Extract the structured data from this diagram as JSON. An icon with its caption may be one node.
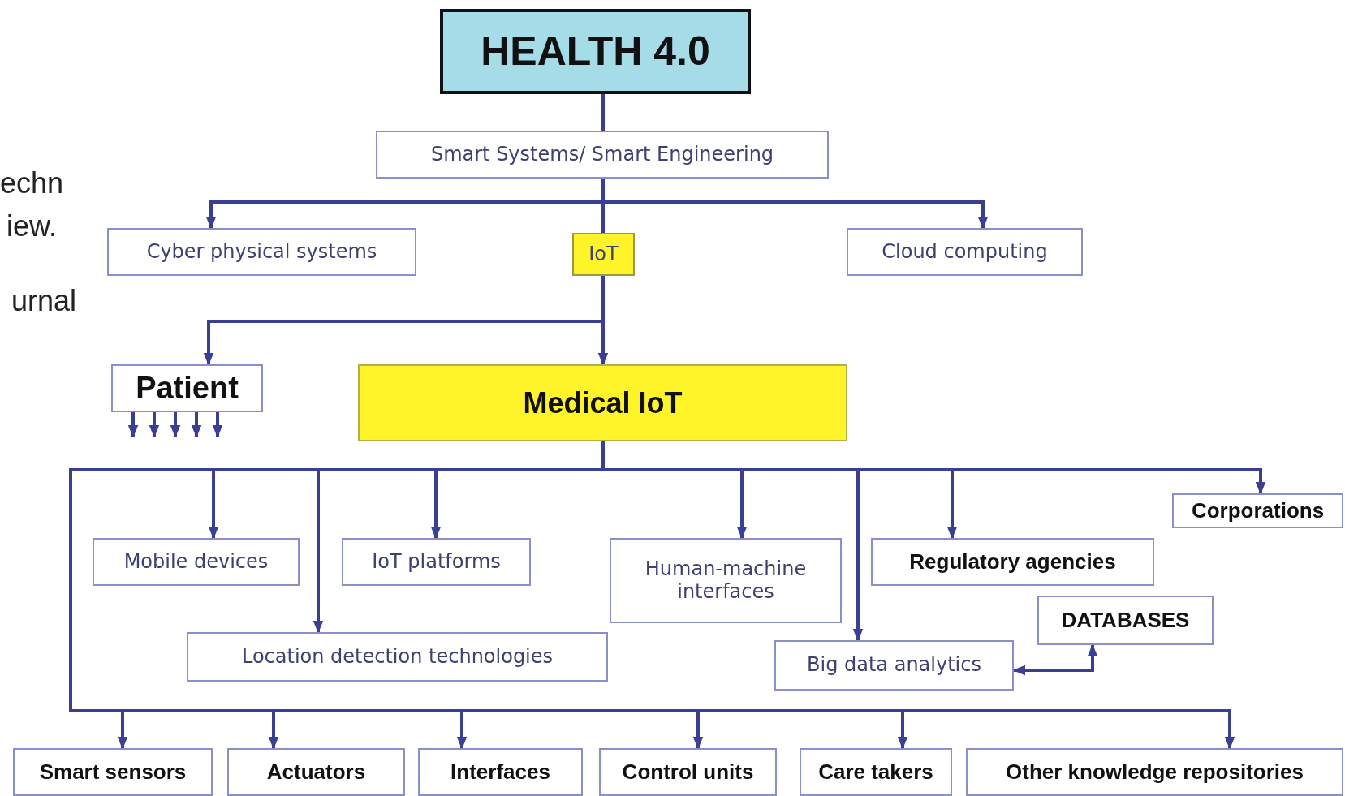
{
  "diagram": {
    "nodes": [
      {
        "text": [
          "HEALTH 4.0"
        ]
      },
      {
        "text": [
          "Smart Systems/ Smart Engineering"
        ]
      },
      {
        "text": [
          "Cyber physical systems"
        ]
      },
      {
        "text": [
          "IoT"
        ]
      },
      {
        "text": [
          "Cloud computing"
        ]
      },
      {
        "text": [
          "Patient"
        ]
      },
      {
        "text": [
          "Medical IoT"
        ]
      },
      {
        "text": [
          "Corporations"
        ]
      },
      {
        "text": [
          "Mobile devices"
        ]
      },
      {
        "text": [
          "IoT platforms"
        ]
      },
      {
        "text": [
          "Human-machine interfaces"
        ]
      },
      {
        "text": [
          "Regulatory agencies"
        ]
      },
      {
        "text": [
          "DATABASES"
        ]
      },
      {
        "text": [
          "Location detection technologies"
        ]
      },
      {
        "text": [
          "Big data analytics"
        ]
      },
      {
        "text": [
          "Smart sensors"
        ]
      },
      {
        "text": [
          "Actuators"
        ]
      },
      {
        "text": [
          "Interfaces"
        ]
      },
      {
        "text": [
          "Control units"
        ]
      },
      {
        "text": [
          "Care takers"
        ]
      },
      {
        "text": [
          "Other knowledge repositories"
        ]
      }
    ],
    "edges": [
      {
        "from": 0,
        "to": 1,
        "arrow": "none"
      },
      {
        "from": 1,
        "to": 2,
        "arrow": "to"
      },
      {
        "from": 1,
        "to": 4,
        "arrow": "to"
      },
      {
        "from": 1,
        "to": 3,
        "arrow": "none"
      },
      {
        "from": 3,
        "to": 6,
        "arrow": "to"
      },
      {
        "from": 3,
        "to": 5,
        "arrow": "to"
      },
      {
        "from": 5,
        "to": null,
        "arrow": "to"
      },
      {
        "from": 5,
        "to": null,
        "arrow": "to"
      },
      {
        "from": 5,
        "to": null,
        "arrow": "to"
      },
      {
        "from": 5,
        "to": null,
        "arrow": "to"
      },
      {
        "from": 5,
        "to": null,
        "arrow": "to"
      },
      {
        "from": 6,
        "to": 8,
        "arrow": "to"
      },
      {
        "from": 6,
        "to": 13,
        "arrow": "to"
      },
      {
        "from": 6,
        "to": 9,
        "arrow": "to"
      },
      {
        "from": 6,
        "to": 10,
        "arrow": "to"
      },
      {
        "from": 6,
        "to": 14,
        "arrow": "to"
      },
      {
        "from": 6,
        "to": 11,
        "arrow": "to"
      },
      {
        "from": 6,
        "to": 7,
        "arrow": "to"
      },
      {
        "from": 6,
        "to": 15,
        "arrow": "to"
      },
      {
        "from": 6,
        "to": 16,
        "arrow": "to"
      },
      {
        "from": 6,
        "to": 17,
        "arrow": "to"
      },
      {
        "from": 6,
        "to": 18,
        "arrow": "to"
      },
      {
        "from": 6,
        "to": 19,
        "arrow": "to"
      },
      {
        "from": 6,
        "to": 20,
        "arrow": "to"
      },
      {
        "from": 14,
        "to": 12,
        "arrow": "both"
      }
    ],
    "labels": [
      "echn",
      "iew.",
      "urnal"
    ]
  }
}
